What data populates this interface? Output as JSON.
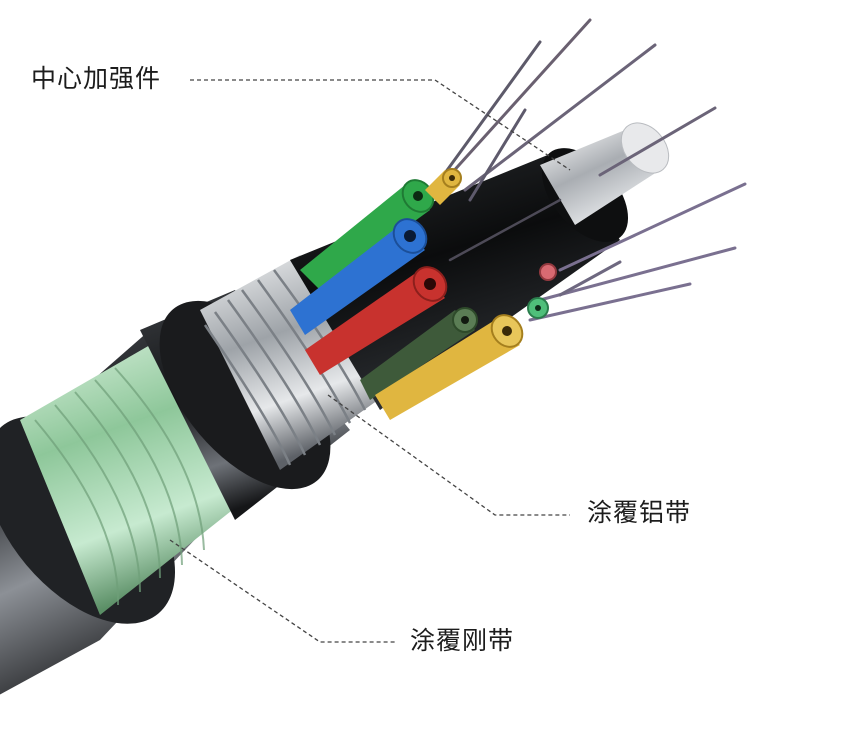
{
  "callouts": {
    "center_member": "中心加强件",
    "aluminum_tape": "涂覆铝带",
    "steel_tape": "涂覆刚带"
  },
  "colors": {
    "background": "#ffffff",
    "outer_sheath": "#2a2c2f",
    "steel_tape": "#a8d8b0",
    "aluminum_tape": "#c8ccd0",
    "inner_core": "#141618",
    "tube_green": "#2fa84a",
    "tube_blue": "#2d72d2",
    "tube_red": "#c8322e",
    "tube_yellow": "#e0b640",
    "tube_white": "#e8e8e8",
    "center_member": "#d9dadc",
    "fiber": "#6b6478",
    "leader_line": "#444444"
  }
}
